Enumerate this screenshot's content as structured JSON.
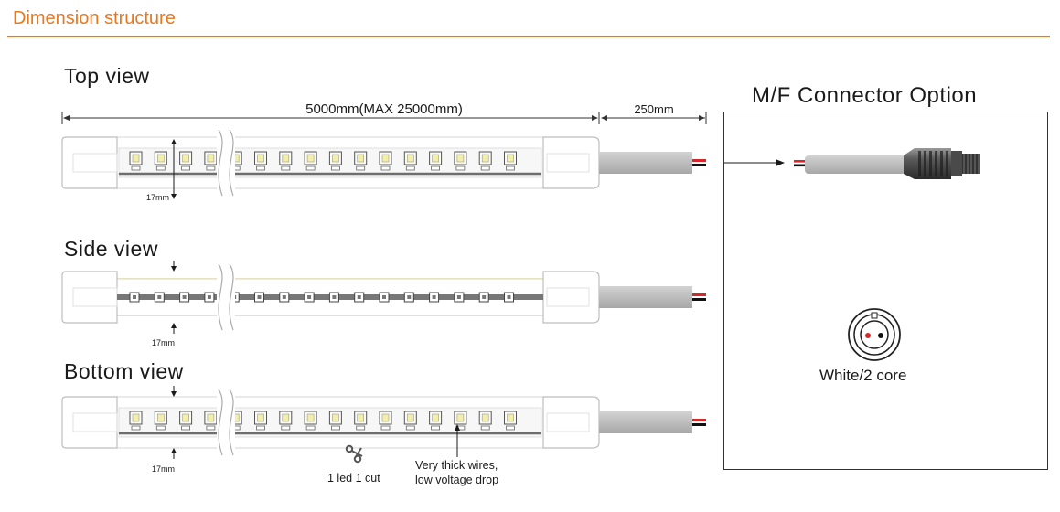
{
  "header": {
    "title": "Dimension structure"
  },
  "views": {
    "top": "Top view",
    "side": "Side view",
    "bottom": "Bottom view"
  },
  "dimensions": {
    "length": "5000mm(MAX 25000mm)",
    "lead": "250mm",
    "height_top": "17mm",
    "height_side": "17mm",
    "height_bottom": "17mm"
  },
  "annotations": {
    "cut": "1 led 1 cut",
    "wires_line1": "Very thick wires,",
    "wires_line2": "low voltage drop"
  },
  "connector": {
    "title": "M/F Connector Option",
    "core_label": "White/2 core"
  },
  "colors": {
    "accent": "#e8791f",
    "glow": "#fbf0b4",
    "wire_red": "#d8262b",
    "wire_black": "#111111"
  },
  "icons": [
    "scissors-icon"
  ]
}
